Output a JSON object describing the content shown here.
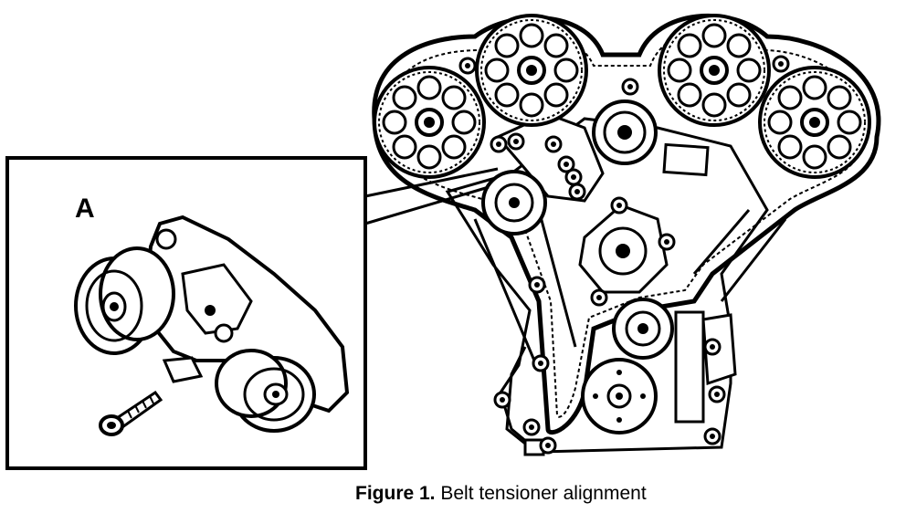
{
  "inset": {
    "label": "A"
  },
  "caption": {
    "number": "Figure 1.",
    "text": "Belt tensioner alignment"
  }
}
